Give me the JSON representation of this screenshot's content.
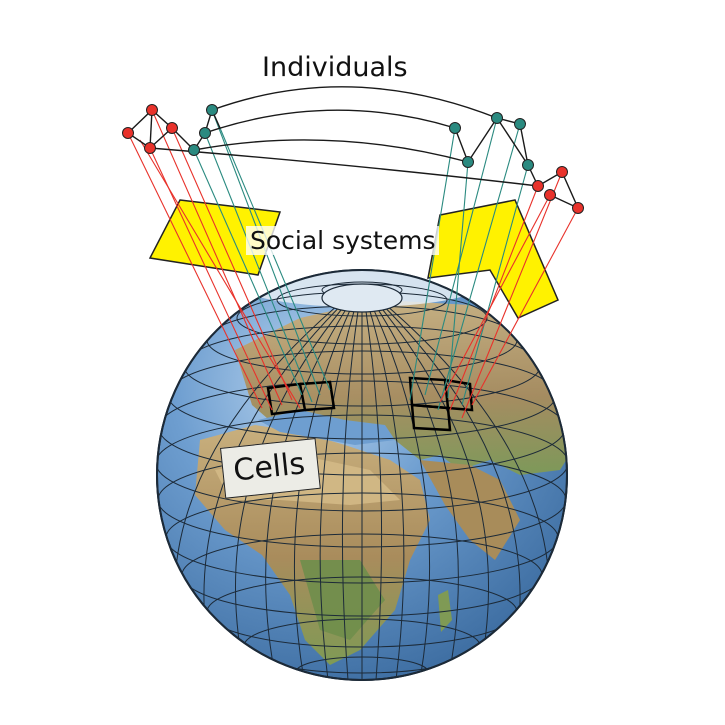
{
  "labels": {
    "individuals": "Individuals",
    "social_systems": "Social systems",
    "cells": "Cells"
  },
  "colors": {
    "ocean": "#5b8fc4",
    "ocean_light": "#a9c8e6",
    "land": "#b59a6b",
    "land_green": "#7d9a55",
    "grid": "#1c2a38",
    "social_patch": "#fff200",
    "node_red": "#e8322b",
    "node_teal": "#2a8a80",
    "edge": "#1a1a1a",
    "link_red": "#e8322b",
    "link_teal": "#2a8a80"
  },
  "icons": [
    "globe-icon",
    "individual-node-icon",
    "social-system-patch-icon",
    "cell-grid-icon"
  ]
}
